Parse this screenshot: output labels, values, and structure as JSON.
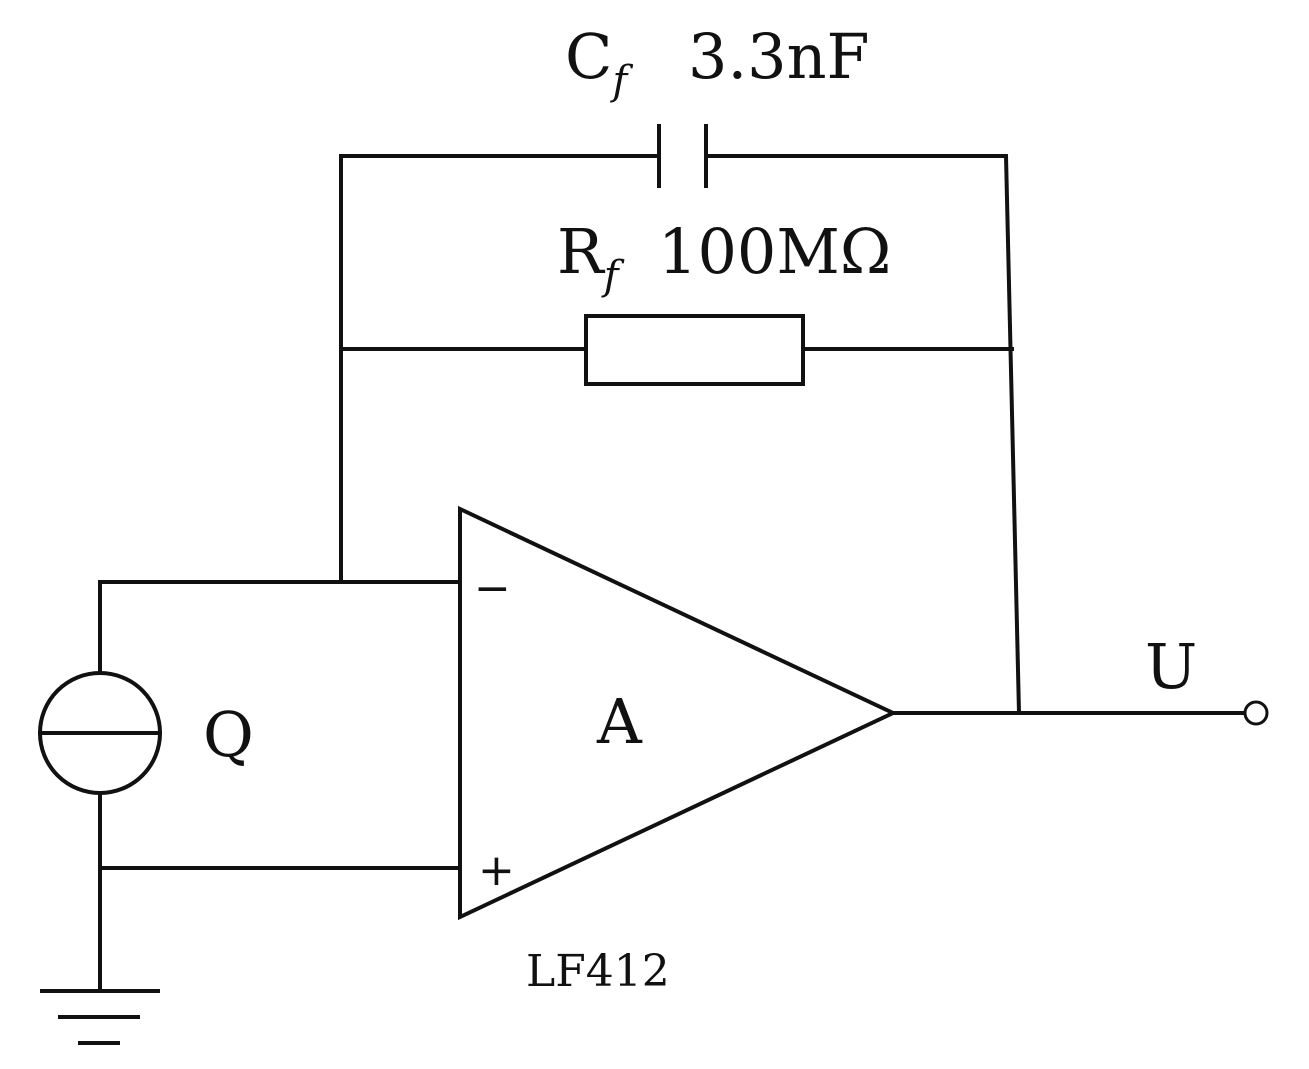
{
  "components": {
    "capacitor": {
      "symbol": "C",
      "subscript": "f",
      "value": "3.3nF"
    },
    "resistor": {
      "symbol": "R",
      "subscript": "f",
      "value": "100MΩ"
    },
    "opamp": {
      "label": "A",
      "part_number": "LF412",
      "inverting_pin": "−",
      "noninverting_pin": "+"
    },
    "source": {
      "label": "Q"
    },
    "output": {
      "label": "U"
    }
  }
}
